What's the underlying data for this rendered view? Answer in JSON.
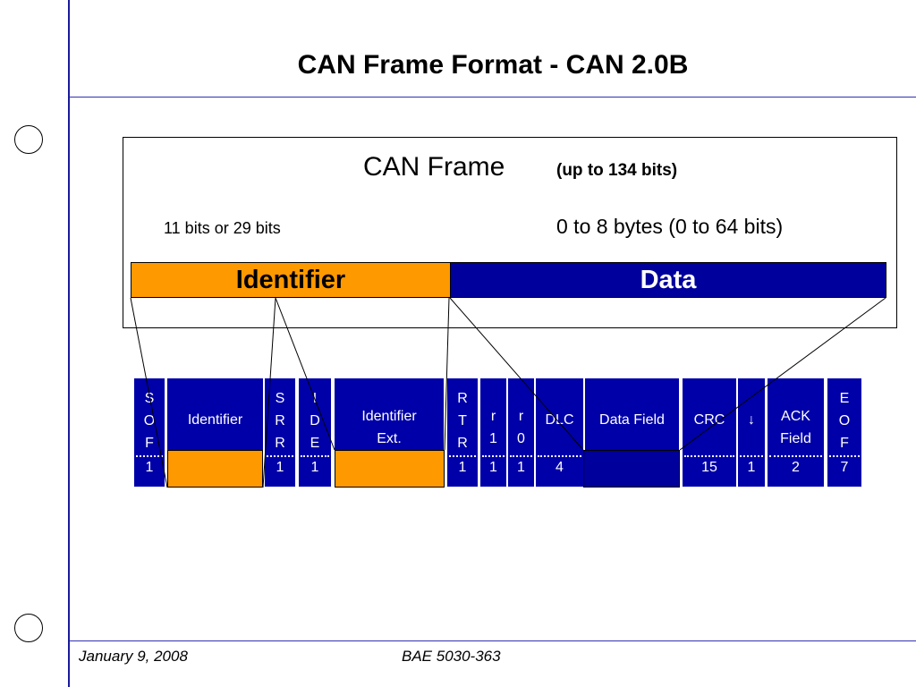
{
  "slide": {
    "title": "CAN Frame Format - CAN 2.0B",
    "footer_date": "January 9, 2008",
    "footer_course": "BAE 5030-363"
  },
  "frame": {
    "title": "CAN Frame",
    "subtitle": "(up to 134 bits)",
    "id_bits": "11 bits or 29 bits",
    "data_bytes": "0 to 8 bytes (0 to 64 bits)",
    "id_bar": "Identifier",
    "data_bar": "Data"
  },
  "fields": [
    {
      "label": "S\nO\nF",
      "bits": "1"
    },
    {
      "label": "Identifier",
      "bits": ""
    },
    {
      "label": "S\nR\nR",
      "bits": "1"
    },
    {
      "label": "I\nD\nE",
      "bits": "1"
    },
    {
      "label": "Identifier\nExt.",
      "bits": ""
    },
    {
      "label": "R\nT\nR",
      "bits": "1"
    },
    {
      "label": "r\n1",
      "bits": "1"
    },
    {
      "label": "r\n0",
      "bits": "1"
    },
    {
      "label": "DLC",
      "bits": "4"
    },
    {
      "label": "Data Field",
      "bits": ""
    },
    {
      "label": "CRC",
      "bits": "15"
    },
    {
      "label": "↓",
      "bits": "1"
    },
    {
      "label": "ACK\nField",
      "bits": "2"
    },
    {
      "label": "E\nO\nF",
      "bits": "7"
    }
  ],
  "colors": {
    "identifier": "#ff9900",
    "data": "#00009c",
    "field": "#0000a8",
    "rule": "#1a1a9c"
  }
}
